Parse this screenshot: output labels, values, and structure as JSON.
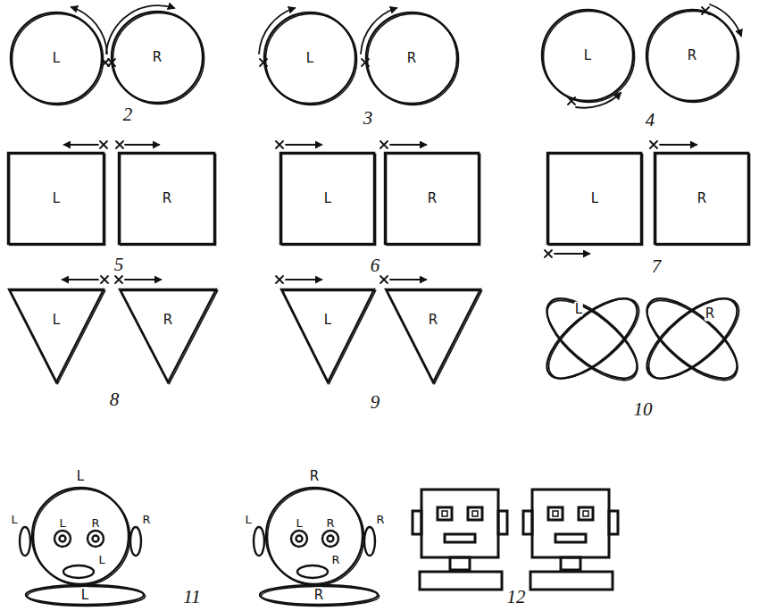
{
  "diagram": {
    "nodes": [
      {
        "text": [
          "L"
        ]
      },
      {
        "text": [
          "R"
        ]
      },
      {
        "text": [
          "L"
        ]
      },
      {
        "text": [
          "R"
        ]
      },
      {
        "text": [
          "L"
        ]
      },
      {
        "text": [
          "R"
        ]
      },
      {
        "text": [
          "L"
        ]
      },
      {
        "text": [
          "R"
        ]
      },
      {
        "text": [
          "L"
        ]
      },
      {
        "text": [
          "R"
        ]
      },
      {
        "text": [
          "L"
        ]
      },
      {
        "text": [
          "R"
        ]
      },
      {
        "text": [
          "L"
        ]
      },
      {
        "text": [
          "R"
        ]
      },
      {
        "text": [
          "L"
        ]
      },
      {
        "text": [
          "R"
        ]
      },
      {
        "text": [
          "L"
        ]
      },
      {
        "text": [
          "R"
        ]
      },
      {
        "text": [
          "L"
        ]
      },
      {
        "text": [
          "L"
        ]
      },
      {
        "text": [
          "R"
        ]
      },
      {
        "text": [
          "R"
        ]
      }
    ],
    "labels": [
      "2",
      "3",
      "4",
      "5",
      "6",
      "7",
      "8",
      "9",
      "10",
      "L",
      "L",
      "R",
      "R",
      "L",
      "L",
      "L",
      "R",
      "R",
      "R",
      "11",
      "12"
    ]
  }
}
